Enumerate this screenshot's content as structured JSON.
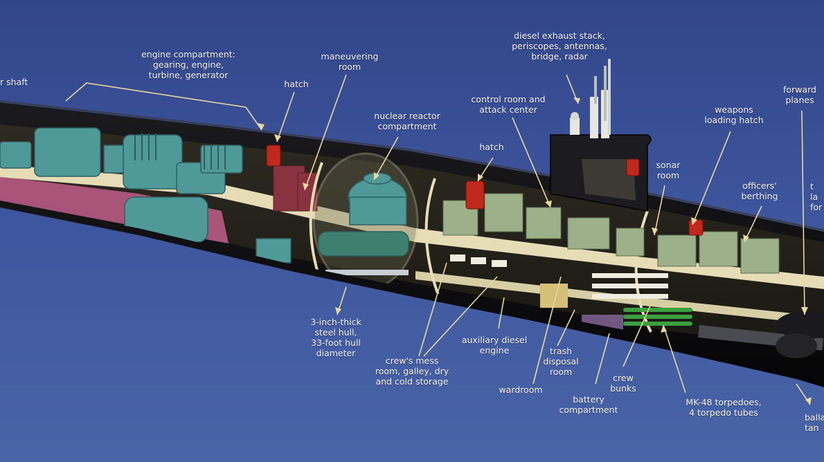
{
  "labels": {
    "shaft": "r shaft",
    "engine_compartment": "engine compartment:\ngearing, engine,\nturbine, generator",
    "hatch_aft": "hatch",
    "maneuvering_room": "maneuvering\nroom",
    "nuclear_reactor": "nuclear reactor\ncompartment",
    "hatch_mid": "hatch",
    "control_room": "control room and\nattack center",
    "diesel_exhaust": "diesel exhaust stack,\nperiscopes, antennas,\nbridge, radar",
    "weapons_hatch": "weapons\nloading hatch",
    "sonar_room": "sonar\nroom",
    "forward_planes": "forward\nplanes",
    "officers_berthing": "officers'\nberthing",
    "la_fo": "t\nla\nfor",
    "steel_hull": "3-inch-thick\nsteel hull,\n33-foot hull\ndiameter",
    "crews_mess": "crew's mess\nroom, galley, dry\nand cold storage",
    "aux_diesel": "auxiliary diesel\nengine",
    "wardroom": "wardroom",
    "trash_disposal": "trash\ndisposal\nroom",
    "battery": "battery\ncompartment",
    "crew_bunks": "crew\nbunks",
    "torpedoes": "MK-48 torpedoes,\n4 torpedo tubes",
    "ballast": "balla\ntan"
  },
  "colors": {
    "background": "#3d559c",
    "hull": "#0c0c0e",
    "deck": "#e6dcb6",
    "machinery": "#4f9a98",
    "compartment": "#9cb18a",
    "hatch": "#c0281c",
    "aft_band": "#b85a84",
    "label": "#f3f0e6",
    "leader": "#e8d7a0"
  }
}
